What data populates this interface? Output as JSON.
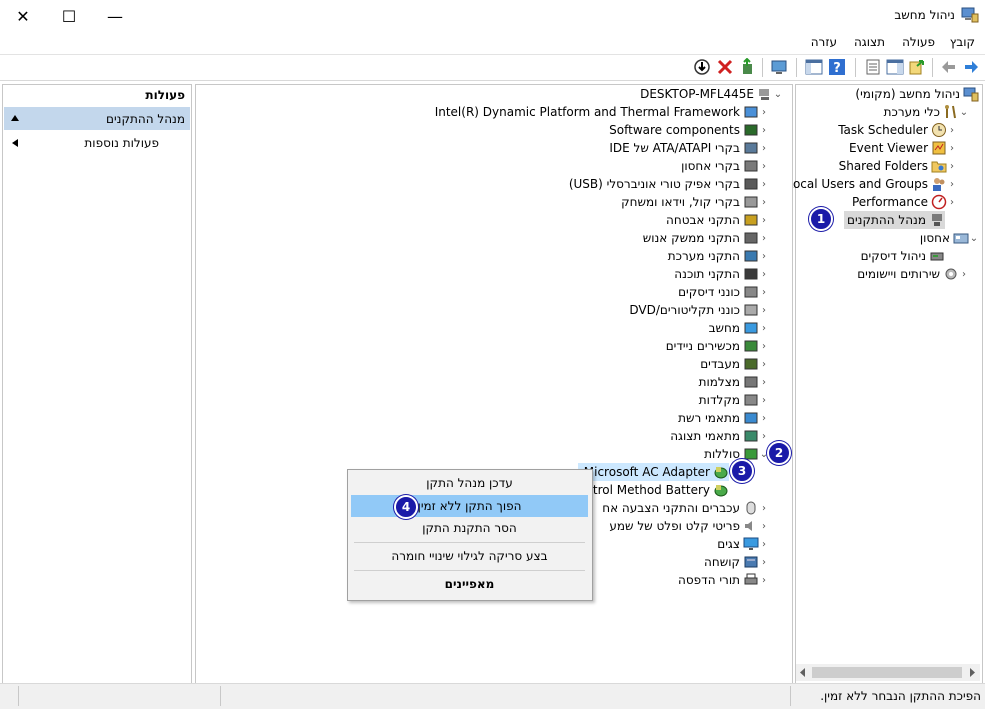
{
  "window": {
    "title": "ניהול מחשב",
    "close_glyph": "✕",
    "maximize_glyph": "☐",
    "minimize_glyph": "—"
  },
  "menu": [
    "קובץ",
    "פעולה",
    "תצוגה",
    "עזרה"
  ],
  "left_tree": {
    "root": "ניהול מחשב (מקומי)",
    "system_tools": "כלי מערכת",
    "items": [
      "Task Scheduler",
      "Event Viewer",
      "Shared Folders",
      "Local Users and Groups",
      "Performance",
      "מנהל ההתקנים"
    ],
    "storage": "אחסון",
    "disk_mgmt": "ניהול דיסקים",
    "services": "שירותים ויישומים"
  },
  "devices": {
    "computer": "DESKTOP-MFL445E",
    "categories": [
      "Intel(R) Dynamic Platform and Thermal Framework",
      "Software components",
      "בקרי ATA/ATAPI של IDE",
      "בקרי אחסון",
      "בקרי אפיק טורי אוניברסלי (USB)",
      "בקרי קול, וידאו ומשחק",
      "התקני אבטחה",
      "התקני ממשק אנוש",
      "התקני מערכת",
      "התקני תוכנה",
      "כונני דיסקים",
      "כונני תקליטורים/DVD",
      "מחשב",
      "מכשירים ניידים",
      "מעבדים",
      "מצלמות",
      "מקלדות",
      "מתאמי רשת",
      "מתאמי תצוגה",
      "סוללות"
    ],
    "battery_children": [
      "Microsoft AC Adapter",
      "ontrol Method Battery"
    ],
    "after": [
      "עכברים והתקני הצבעה אח",
      "פריטי קלט ופלט של שמע",
      "צגים",
      "קושחה",
      "תורי הדפסה"
    ]
  },
  "context_menu": [
    "עדכן מנהל התקן",
    "הפוך התקן ללא זמין",
    "הסר התקנת התקן",
    "בצע סריקה לגילוי שינויי חומרה",
    "מאפיינים"
  ],
  "actions": {
    "header": "פעולות",
    "selected": "מנהל ההתקנים",
    "more": "פעולות נוספות"
  },
  "status": "הפיכת ההתקן הנבחר ללא זמין.",
  "badges": [
    "1",
    "2",
    "3",
    "4"
  ],
  "colors": {
    "selection": "#cce8ff",
    "ctx_highlight": "#91c9f7",
    "badge": "#1a1aa8",
    "actions_selected": "#c3d7ec"
  }
}
